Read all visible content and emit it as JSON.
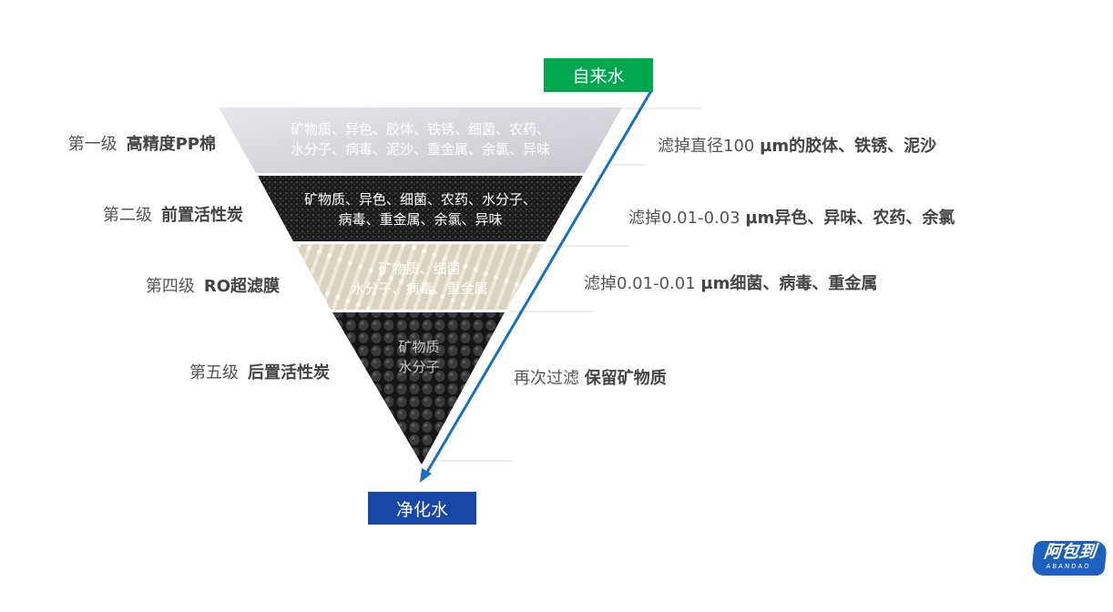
{
  "source_label": "自来水",
  "output_label": "净化水",
  "colors": {
    "source": "#00a94f",
    "output": "#1847a8",
    "arrow": "#1a6fc0"
  },
  "stages": [
    {
      "level": "第一级",
      "name": "高精度PP棉",
      "content": [
        "矿物质、异色、胶体、铁锈、细菌、农药、",
        "水分子、病毒、泥沙、重金属、余氯、异味"
      ],
      "filter_prefix": "滤掉直径100 ",
      "filter_bold": "µm的胶体、铁锈、泥沙"
    },
    {
      "level": "第二级",
      "name": "前置活性炭",
      "content": [
        "矿物质、异色、细菌、农药、水分子、",
        "病毒、重金属、余氯、异味"
      ],
      "filter_prefix": "滤掉0.01-0.03 ",
      "filter_bold": "µm异色、异味、农药、余氯"
    },
    {
      "level": "第四级",
      "name": "RO超滤膜",
      "content": [
        "矿物质、细菌",
        "水分子、病毒、重金属"
      ],
      "filter_prefix": "滤掉0.01-0.01 ",
      "filter_bold": "µm细菌、病毒、重金属"
    },
    {
      "level": "第五级",
      "name": "后置活性炭",
      "content": [
        "矿物质",
        "水分子"
      ],
      "filter_prefix": "再次过滤 ",
      "filter_bold": "保留矿物质"
    }
  ],
  "logo": {
    "text": "阿包到",
    "sub": "ABANDAO"
  }
}
